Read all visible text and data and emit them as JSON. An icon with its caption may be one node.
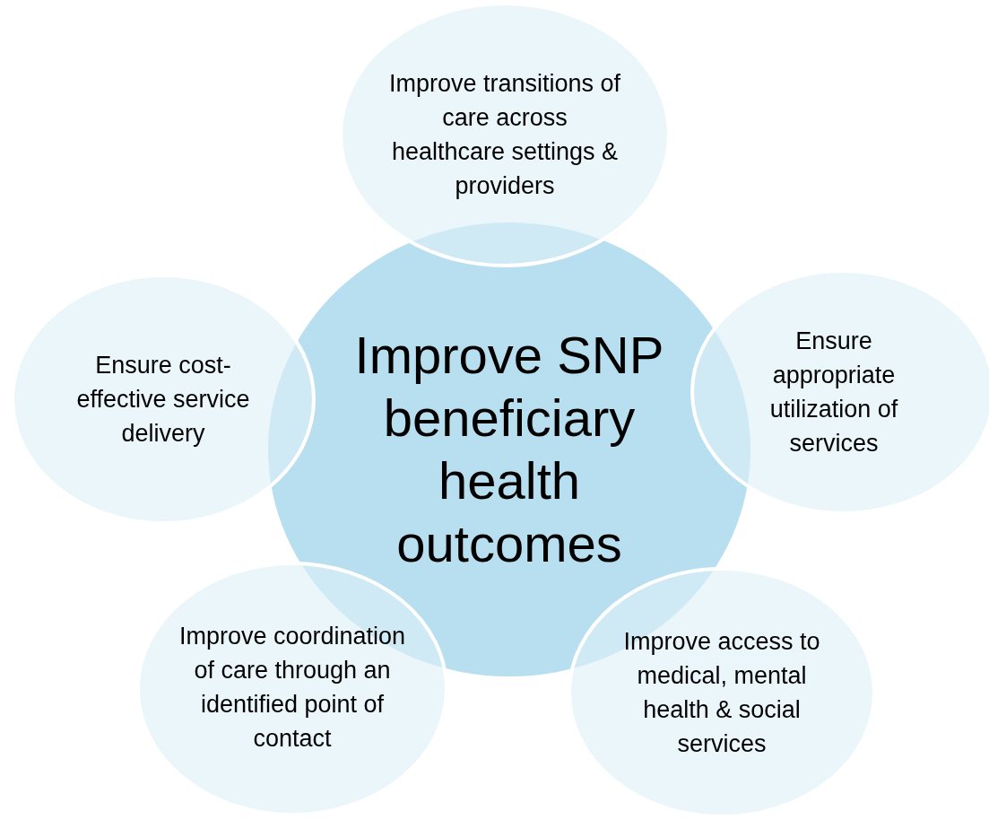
{
  "diagram": {
    "nodes": [
      {
        "text": [
          "Improve SNP beneficiary health outcomes"
        ]
      },
      {
        "text": [
          "Improve transitions of care across healthcare settings & providers"
        ]
      },
      {
        "text": [
          "Ensure cost-effective service delivery"
        ]
      },
      {
        "text": [
          "Ensure appropriate utilization of services"
        ]
      },
      {
        "text": [
          "Improve coordination of care through an identified point of contact"
        ]
      },
      {
        "text": [
          "Improve access to medical, mental health & social services"
        ]
      }
    ],
    "edges": []
  }
}
